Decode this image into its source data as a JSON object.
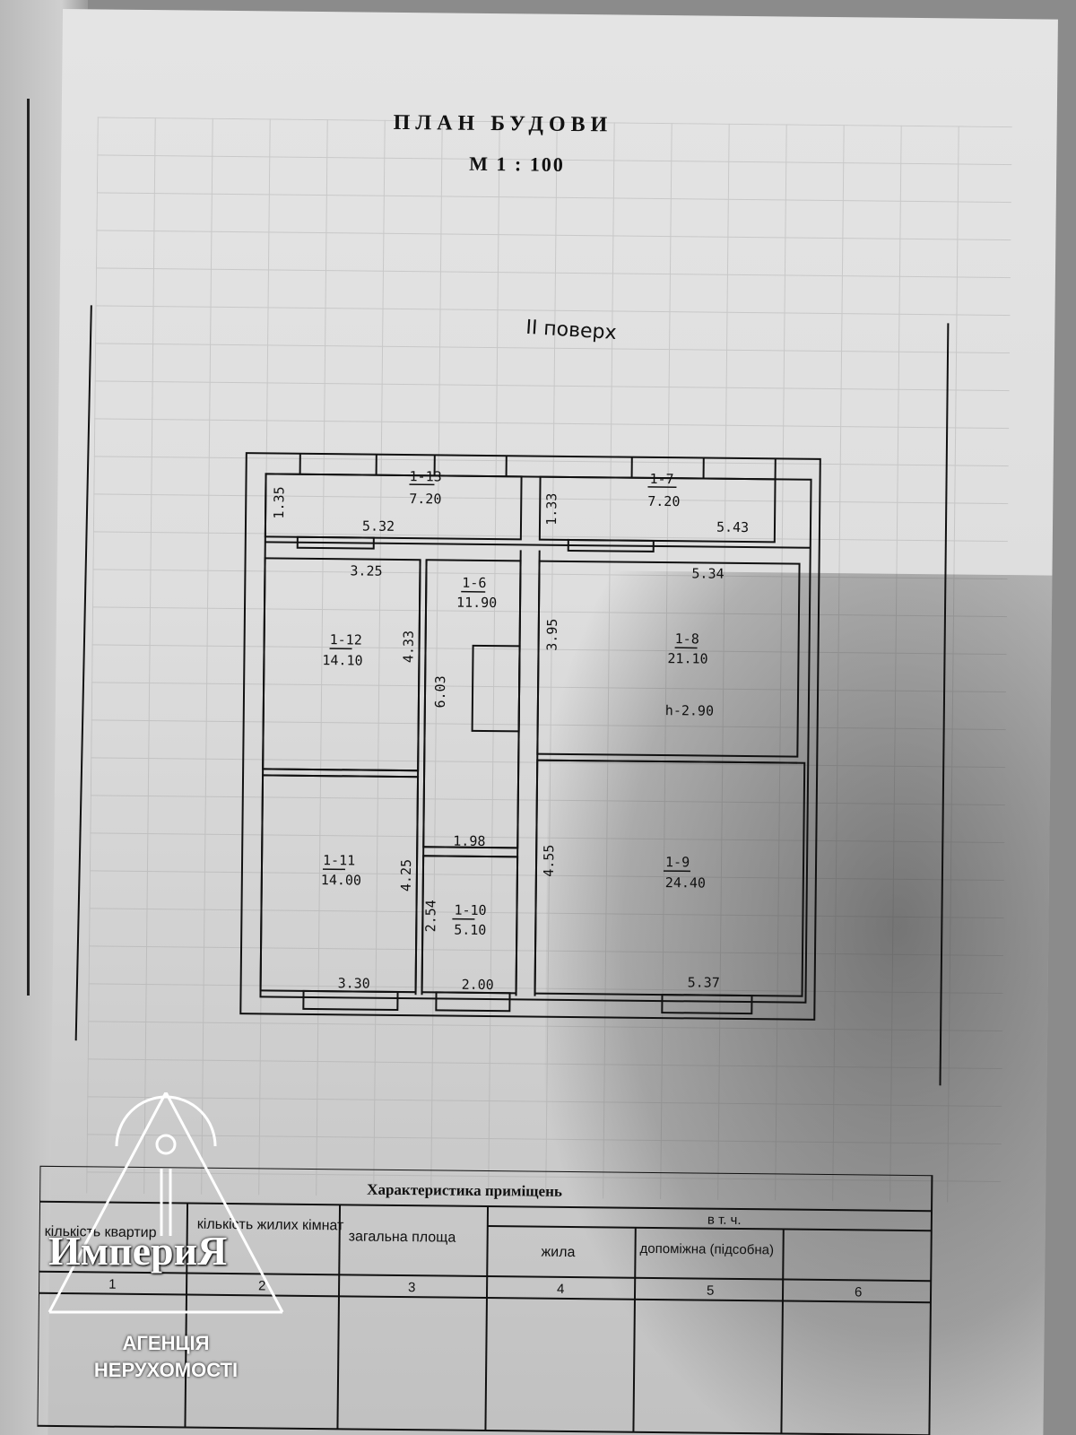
{
  "document": {
    "title": "ПЛАН БУДОВИ",
    "scale": "М 1 : 100",
    "floor_label": "II поверх"
  },
  "rooms": [
    {
      "id": "1-13",
      "area": "7.20"
    },
    {
      "id": "1-7",
      "area": "7.20"
    },
    {
      "id": "1-6",
      "area": "11.90"
    },
    {
      "id": "1-12",
      "area": "14.10"
    },
    {
      "id": "1-8",
      "area": "21.10"
    },
    {
      "id": "1-11",
      "area": "14.00"
    },
    {
      "id": "1-10",
      "area": "5.10"
    },
    {
      "id": "1-9",
      "area": "24.40"
    }
  ],
  "dimensions": [
    "1.35",
    "5.32",
    "1.33",
    "5.43",
    "3.25",
    "5.34",
    "4.33",
    "6.03",
    "3.95",
    "4.25",
    "1.98",
    "2.54",
    "4.55",
    "3.30",
    "2.00",
    "5.37"
  ],
  "ceiling_height": "h-2.90",
  "table": {
    "heading": "Характеристика приміщень",
    "col_apartments": "кількість квартир",
    "col_living_rooms": "кількість жилих кімнат",
    "col_total_area": "загальна площа",
    "group_label": "в т. ч.",
    "col_living": "жила",
    "col_auxiliary": "допоміжна (підсобна)",
    "numbers": [
      "1",
      "2",
      "3",
      "4",
      "5",
      "6"
    ]
  },
  "watermark": {
    "brand": "ИмпериЯ",
    "line1": "АГЕНЦІЯ",
    "line2": "НЕРУХОМОСТІ"
  }
}
